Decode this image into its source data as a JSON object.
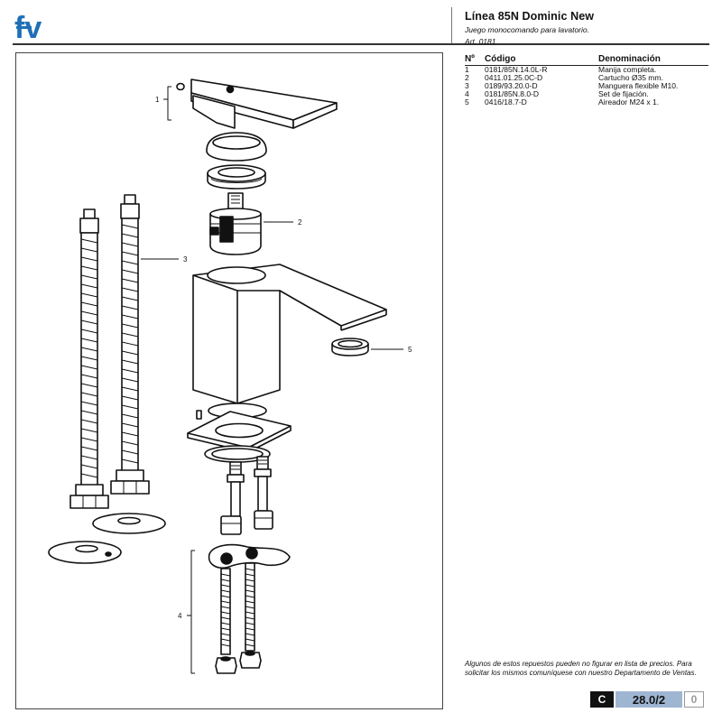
{
  "header": {
    "logo_text": "fv",
    "title": "Línea 85N Dominic New",
    "subtitle": "Juego monocomando para lavatorio.",
    "article": "Art. 0181"
  },
  "colors": {
    "brand_blue": "#1f6fb7",
    "code_blue": "#9fb6d3"
  },
  "parts_table": {
    "headers": [
      "Nº",
      "Código",
      "Denominación"
    ],
    "rows": [
      {
        "n": "1",
        "code": "0181/85N.14.0L-R",
        "name": "Manija completa."
      },
      {
        "n": "2",
        "code": "0411.01.25.0C-D",
        "name": "Cartucho Ø35 mm."
      },
      {
        "n": "3",
        "code": "0189/93.20.0-D",
        "name": "Manguera flexible M10."
      },
      {
        "n": "4",
        "code": "0181/85N.8.0-D",
        "name": "Set de fijación."
      },
      {
        "n": "5",
        "code": "0416/18.7-D",
        "name": "Aireador M24 x 1."
      }
    ]
  },
  "drawing": {
    "callouts": [
      "1",
      "2",
      "3",
      "4",
      "5"
    ]
  },
  "note": "Algunos de estos repuestos pueden no figurar en lista de precios. Para solicitar los mismos comuníquese con nuestro Departamento de Ventas.",
  "page_code": {
    "letter": "C",
    "number": "28.0/2",
    "revision": "0"
  }
}
